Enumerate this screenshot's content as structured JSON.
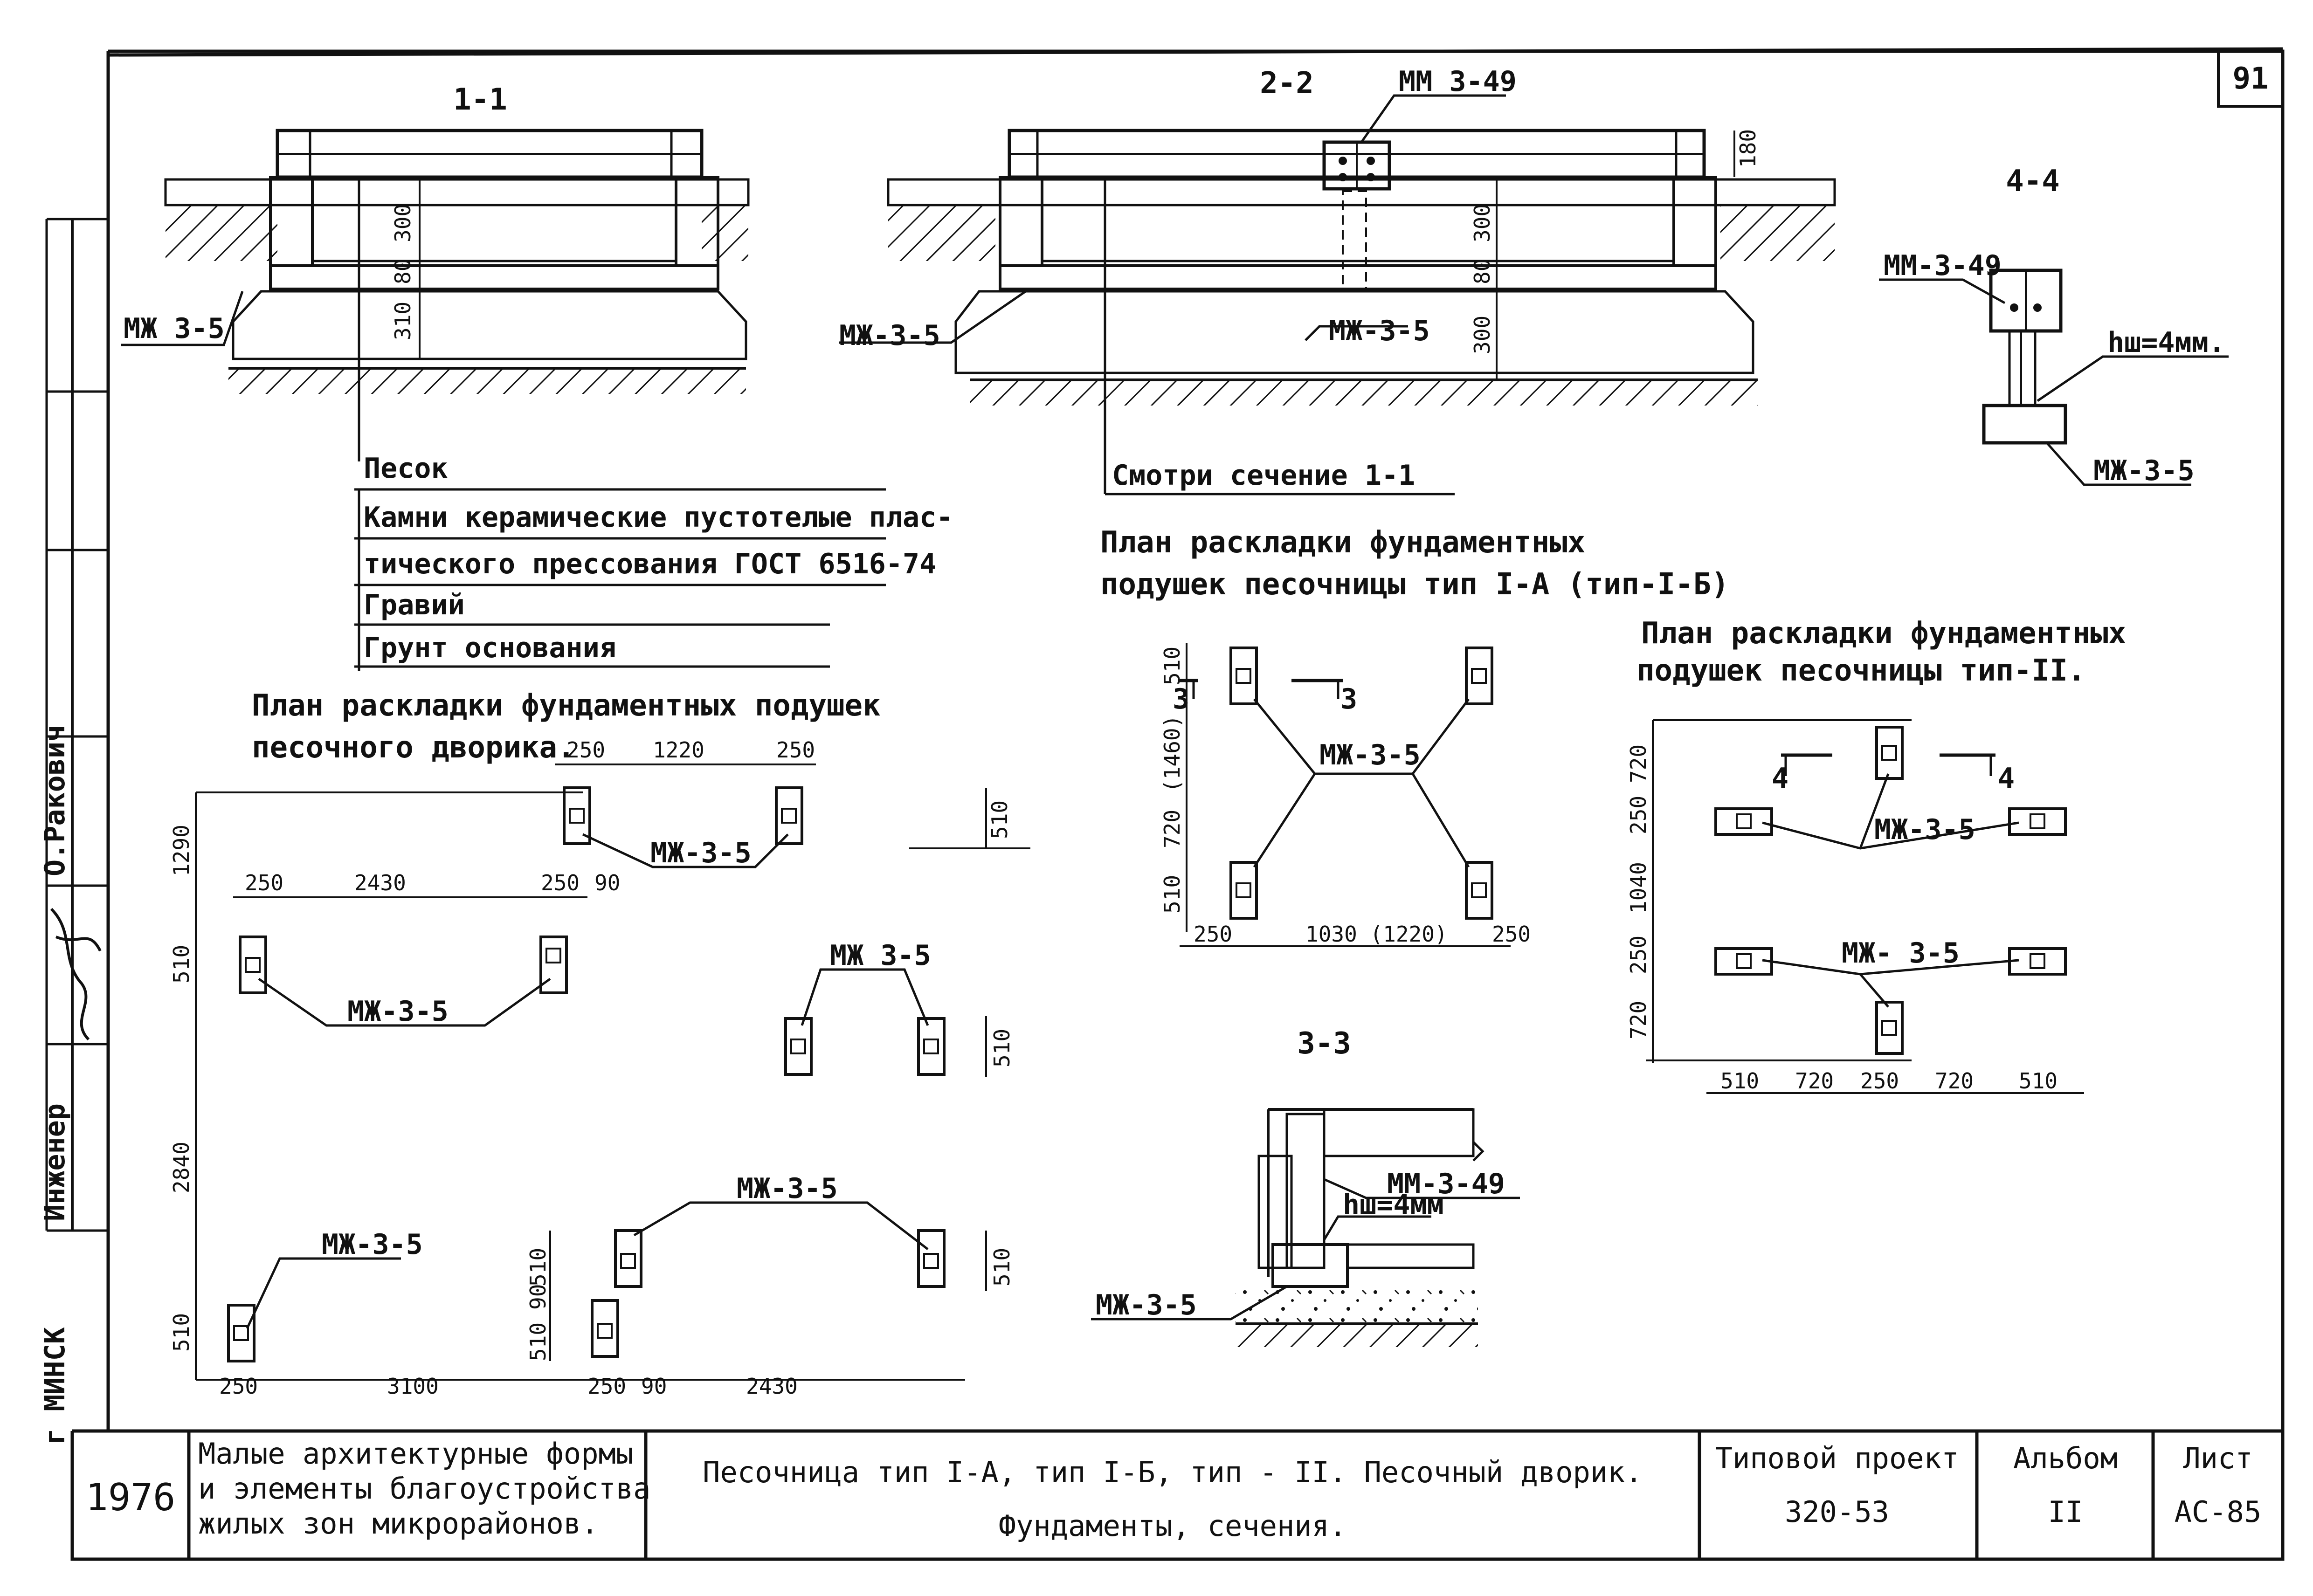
{
  "sheet": {
    "page_number": "91",
    "year": "1976",
    "city": "г МИНСК"
  },
  "side_stamp": {
    "engineer_role": "Инженер",
    "engineer_name": "О.Ракович"
  },
  "title_block": {
    "subject": [
      "Малые архитектурные формы",
      "и элементы благоустройства",
      "жилых зон микрорайонов."
    ],
    "drawing_title": [
      "Песочница тип I-А, тип I-Б, тип - II. Песочный дворик.",
      "Фундаменты, сечения."
    ],
    "project_label": "Типовой проект",
    "project_number": "320-53",
    "album_label": "Альбом",
    "album_number": "II",
    "sheet_label": "Лист",
    "sheet_code": "АС-85"
  },
  "sections": {
    "s11": {
      "title": "1-1",
      "dims": [
        "300",
        "80",
        "310"
      ],
      "callout": "МЖ 3-5"
    },
    "s22": {
      "title": "2-2",
      "dims": [
        "180",
        "300",
        "80",
        "300"
      ],
      "callouts": [
        "ММ 3-49",
        "МЖ-3-5",
        "МЖ-3-5"
      ]
    },
    "s33": {
      "title": "3-3",
      "callouts": [
        "ММ-3-49",
        "hш=4мм",
        "МЖ-3-5"
      ]
    },
    "s44": {
      "title": "4-4",
      "callouts": [
        "ММ-3-49",
        "hш=4мм.",
        "МЖ-3-5"
      ]
    }
  },
  "legend": {
    "items": [
      "Песок",
      "Камни керамические пустотелые плас-",
      "тического прессования ГОСТ 6516-74",
      "Гравий",
      "Грунт основания"
    ],
    "see_section": "Смотри сечение 1-1"
  },
  "plan_yard": {
    "title": [
      "План раскладки фундаментных подушек",
      "песочного дворика."
    ],
    "dims": [
      "250",
      "1220",
      "250",
      "510",
      "1290",
      "250",
      "2430",
      "250",
      "90",
      "510",
      "2840",
      "510",
      "510",
      "510",
      "90",
      "510",
      "510",
      "250",
      "3100",
      "250",
      "90",
      "2430"
    ],
    "callouts": [
      "МЖ-3-5",
      "МЖ-3-5",
      "МЖ 3-5",
      "МЖ-3-5",
      "МЖ-3-5"
    ]
  },
  "plan_type1": {
    "title": [
      "План раскладки фундаментных",
      "подушек песочницы тип I-А (тип-I-Б)"
    ],
    "dims": [
      "510",
      "(1460)",
      "720",
      "510",
      "250",
      "1030 (1220)",
      "250"
    ],
    "section_marks": [
      "3",
      "3"
    ],
    "callout": "МЖ-3-5"
  },
  "plan_type2": {
    "title": [
      "План раскладки фундаментных",
      "подушек песочницы тип-II."
    ],
    "dims": [
      "720",
      "250",
      "1040",
      "250",
      "720",
      "510",
      "720",
      "250",
      "720",
      "510"
    ],
    "section_marks": [
      "4",
      "4"
    ],
    "callouts": [
      "МЖ-3-5",
      "МЖ- 3-5"
    ]
  }
}
